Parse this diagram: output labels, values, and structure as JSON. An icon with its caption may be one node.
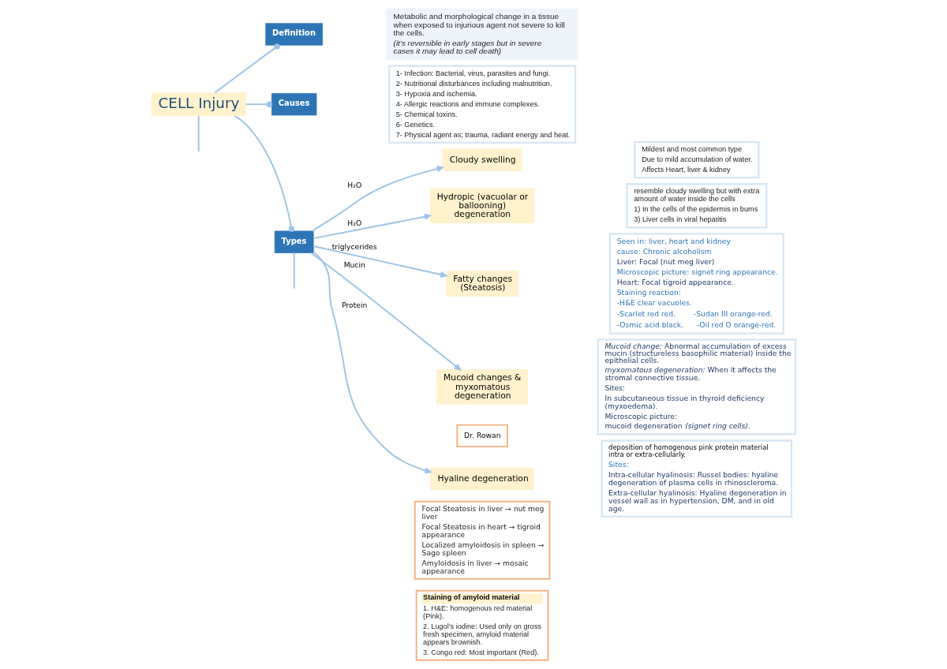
{
  "diagram": {
    "nodes": [
      {
        "text": [
          "Definition"
        ]
      },
      {
        "text": [
          "Metabolic and morphological change in a tissue when exposed to injurious agent not severe to kill the cells.",
          "(it’s reversible in early stages but in severe cases it may lead to cell death)"
        ]
      },
      {
        "text": [
          "Causes"
        ]
      },
      {
        "text": [
          "1- Infection: Bacterial, virus, parasites and fungi.",
          "2- Nutritional disturbances including malnutrition.",
          "3- Hypoxia and ischemia.",
          "4- Allergic reactions and immune complexes.",
          "5- Chemical toxins.",
          "6- Genetics.",
          "7- Physical agent as; trauma, radiant energy and heat."
        ]
      },
      {
        "text": [
          "Cloudy swelling"
        ]
      },
      {
        "text": [
          "Mildest and most common type",
          "Due to mild accumulation of water.",
          "Affects Heart, liver & kidney"
        ]
      },
      {
        "text": [
          "Hydropic (vacuolar or ballooning) degeneration"
        ]
      },
      {
        "text": [
          "resemble cloudy swelling but with extra amount of water inside the cells",
          "1) In the cells of the epidermis in bums",
          "3) Liver cells in viral hepatitis"
        ]
      },
      {
        "text": [
          "Fatty changes (Steatosis)"
        ]
      },
      {
        "text": [
          "Seen in: liver, heart and kidney",
          "cause: Chronic alcoholism",
          "Liver: Focal (nut meg liver)",
          "Microscopic picture: signet ring appearance.",
          "Heart: Focal tigroid appearance.",
          "Staining reaction:",
          "-H&E clear vacuoles.",
          "-Scarlet red red.",
          "-Sudan III orange-red.",
          "-Osmic acid black.",
          "-Oil red O orange-red."
        ]
      },
      {
        "text": [
          "CELL Injury"
        ]
      },
      {
        "text": [
          "Types"
        ]
      },
      {
        "text": [
          "Mucoid changes & myxomatous degeneration"
        ]
      },
      {
        "text": [
          "*Mucoid change:* Abnormal accumulation of excess mucin (structureless basophilic material) inside the epithelial cells.",
          "*myxomatous degeneration:* When it affects the stromal connective tissue.",
          "Sites:",
          "In subcutaneous tissue in thyroid deficiency (myxoedema).",
          "Microscopic picture:",
          "mucoid degeneration *(signet ring cells).*"
        ]
      },
      {
        "text": [
          "Dr. Rowan"
        ]
      },
      {
        "text": [
          "Hyaline degeneration"
        ]
      },
      {
        "text": [
          "deposition of homogenous pink protein material intra or extra-cellularly.",
          "Sites:",
          "Intra-cellular hyalinosis: Russel bodies: hyaline degeneration of plasma cells in rhinoscleroma.",
          "Extra-cellular hyalinosis: Hyaline degeneration in vessel wall as in hypertension, DM, and in old age."
        ]
      },
      {
        "text": [
          "Focal Steatosis in liver → nut meg liver",
          "Focal Steatosis in heart → tigroid appearance",
          "Localized amyloidosis in spleen → Sago spleen",
          "Amyloidosis in liver → mosaic appearance"
        ]
      },
      {
        "text": [
          "Staining of amyloid material",
          "1. H&E: homogenous red material (Pink).",
          "2. Lugol’s iodine: Used only on gross fresh specimen, amyloid material appears brownish.",
          "3. Congo red: Most important (Red)."
        ]
      }
    ],
    "edges": [
      {
        "from": 10,
        "to": 0,
        "arrow": "other"
      },
      {
        "from": 10,
        "to": 2,
        "arrow": "other"
      },
      {
        "from": 10,
        "to": 11,
        "arrow": "other"
      },
      {
        "from": 11,
        "to": 4,
        "arrow": "to",
        "label": "H₂O"
      },
      {
        "from": 11,
        "to": 6,
        "arrow": "to",
        "label": "H₂O"
      },
      {
        "from": 11,
        "to": 8,
        "arrow": "to",
        "label": "triglycerides"
      },
      {
        "from": 11,
        "to": 12,
        "arrow": "to",
        "label": "Mucin"
      },
      {
        "from": 11,
        "to": 15,
        "arrow": "to",
        "label": "Protein"
      },
      {
        "from": 10,
        "to": null,
        "arrow": "none"
      },
      {
        "from": 11,
        "to": null,
        "arrow": "none"
      }
    ]
  }
}
